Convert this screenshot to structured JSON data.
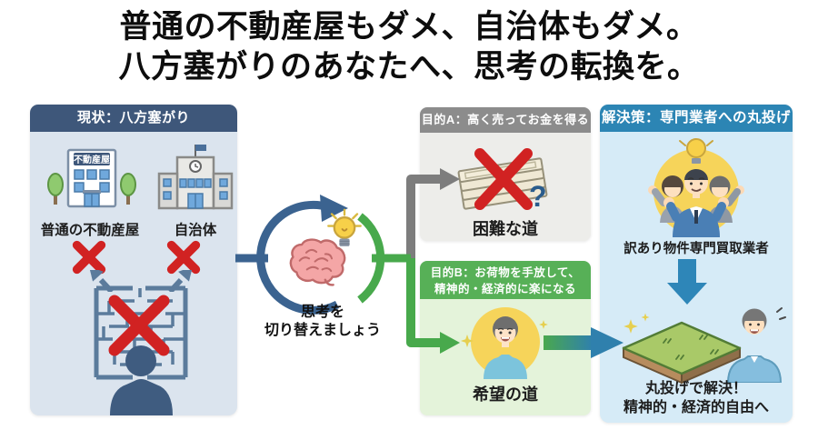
{
  "title": {
    "line1": "普通の不動産屋もダメ、自治体もダメ。",
    "line2": "八方塞がりのあなたへ、思考の転換を。"
  },
  "current_panel": {
    "header": "現状：八方塞がり",
    "realtor_sign": "不動産屋",
    "realtor_label": "普通の不動産屋",
    "municipality_label": "自治体"
  },
  "transition": {
    "caption_line1": "思考を",
    "caption_line2": "切り替えましょう"
  },
  "goal_a_panel": {
    "header": "目的A：高く売ってお金を得る",
    "question_mark": "?",
    "label": "困難な道"
  },
  "goal_b_panel": {
    "header_line1": "目的B：お荷物を手放して、",
    "header_line2": "精神的・経済的に楽になる",
    "label": "希望の道"
  },
  "solution_panel": {
    "header": "解決策：専門業者への丸投げ",
    "buyer_label": "訳あり物件専門買取業者",
    "result_line1": "丸投げで解決！",
    "result_line2": "精神的・経済的自由へ"
  },
  "colors": {
    "slate_blue": "#3e577a",
    "header_blue": "#2c85b4",
    "header_green": "#57b057",
    "header_gray": "#8c8c8c",
    "arrow_green": "#48a94c",
    "arrow_gray": "#7d7d7d",
    "cross_red": "#d12222",
    "highlight_yellow": "#f6d45a"
  }
}
